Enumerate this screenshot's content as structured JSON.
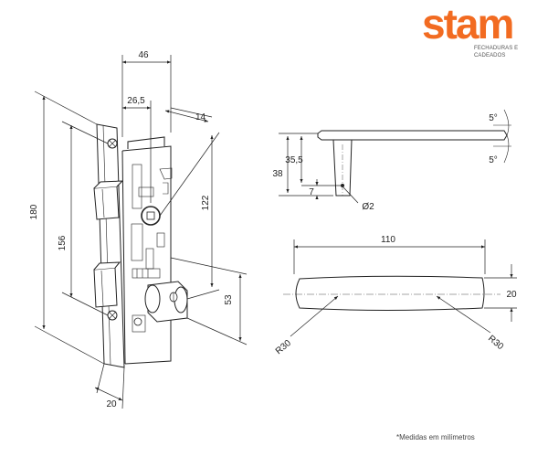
{
  "brand": {
    "name": "stam",
    "tagline": "FECHADURAS E CADEADOS",
    "color": "#f26b21"
  },
  "footnote": "*Medidas em milímetros",
  "lock": {
    "dim_width_total": "46",
    "dim_backset": "26,5",
    "dim_depth": "14",
    "dim_height_faceplate": "180",
    "dim_height_holes": "156",
    "dim_handle_to_cylinder": "122",
    "dim_cylinder_offset": "53",
    "dim_faceplate_width": "20"
  },
  "handle_side": {
    "dim_angle_top": "5°",
    "dim_angle_bottom": "5°",
    "dim_height_to_axis": "35,5",
    "dim_height_total": "38",
    "dim_axis_offset": "7",
    "dim_pin_diameter": "Ø2"
  },
  "handle_top": {
    "dim_length": "110",
    "dim_width": "20",
    "dim_radius_left": "R30",
    "dim_radius_right": "R30"
  }
}
